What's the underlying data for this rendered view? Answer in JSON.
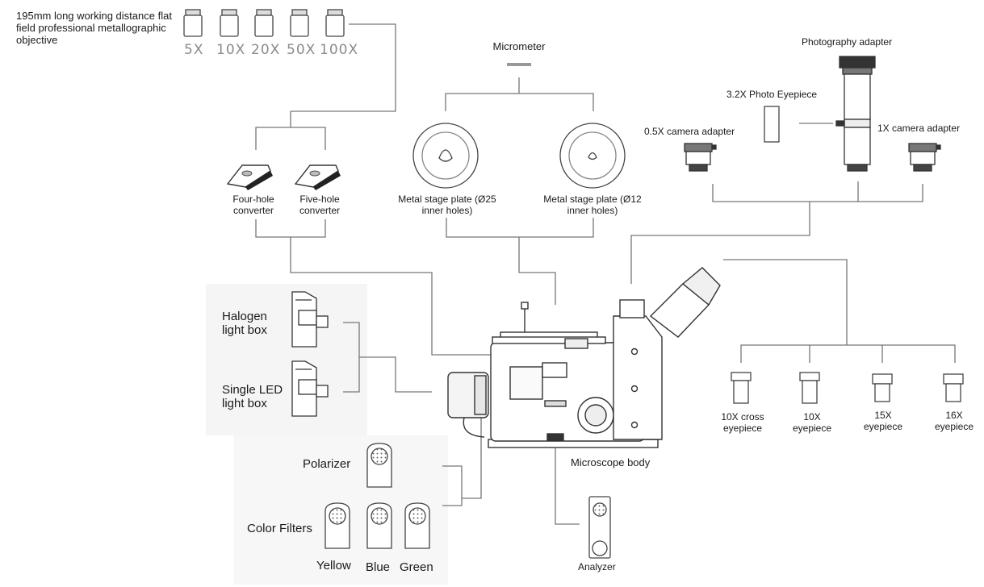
{
  "objectives": {
    "title": "195mm long working distance flat field professional metallographic objective",
    "magnifications": [
      "5X",
      "10X",
      "20X",
      "50X",
      "100X"
    ]
  },
  "converters": {
    "four_hole": "Four-hole converter",
    "five_hole": "Five-hole converter"
  },
  "micrometer": "Micrometer",
  "stage_plates": {
    "plate_25": "Metal stage plate (Ø25 inner holes)",
    "plate_12": "Metal stage plate (Ø12 inner holes)"
  },
  "photography": {
    "photography_adapter": "Photography adapter",
    "photo_eyepiece": "3.2X Photo Eyepiece",
    "camera_05x": "0.5X camera adapter",
    "camera_1x": "1X camera adapter"
  },
  "light_boxes": {
    "halogen": "Halogen light box",
    "led": "Single LED light box"
  },
  "eyepieces": {
    "cross_10x": "10X cross eyepiece",
    "e10x": "10X eyepiece",
    "e15x": "15X eyepiece",
    "e16x": "16X eyepiece"
  },
  "body": "Microscope body",
  "polarizer": "Polarizer",
  "color_filters": {
    "label": "Color Filters",
    "yellow": "Yellow",
    "blue": "Blue",
    "green": "Green"
  },
  "analyzer": "Analyzer"
}
